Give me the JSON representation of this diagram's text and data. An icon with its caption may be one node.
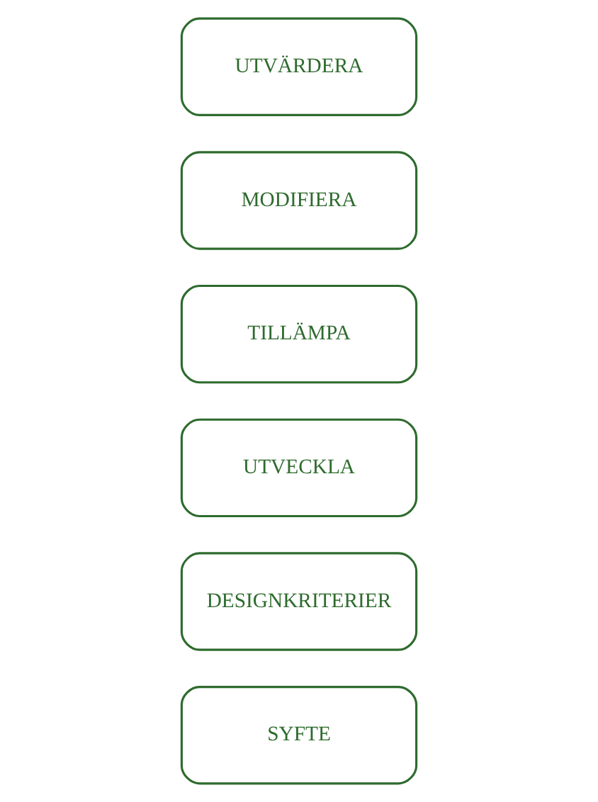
{
  "diagram": {
    "nodes": [
      {
        "text": [
          "SYFTE"
        ]
      },
      {
        "text": [
          "DESIGNKRITERIER"
        ]
      },
      {
        "text": [
          "UTVECKLA"
        ]
      },
      {
        "text": [
          "TILLÄMPA"
        ]
      },
      {
        "text": [
          "MODIFIERA"
        ]
      },
      {
        "text": [
          "UTVÄRDERA"
        ]
      }
    ]
  }
}
